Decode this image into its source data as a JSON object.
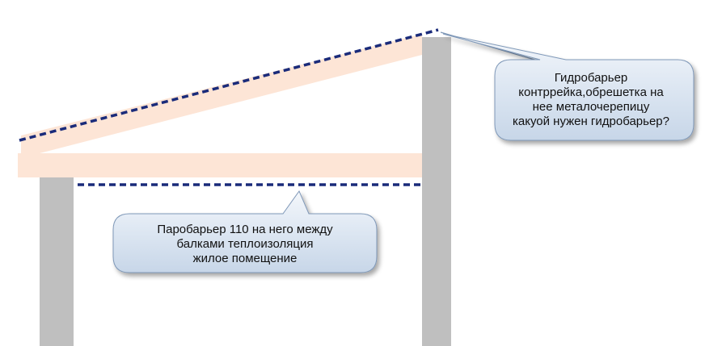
{
  "diagram": {
    "hydro_callout": {
      "lines": [
        "Гидробарьер",
        "контррейка,обрешетка на",
        "нее металочерепицу",
        "какуой нужен гидробарьер?"
      ]
    },
    "vapor_callout": {
      "lines": [
        "Паробарьер 110 на него между",
        "балками теплоизоляция",
        "жилое помещение"
      ]
    },
    "colors": {
      "wall": "#bfbfbf",
      "beam": "#fde5d6",
      "dashed_line": "#1a2b7a",
      "callout_fill": "#dce6f2",
      "callout_border": "#7f98b8"
    }
  }
}
